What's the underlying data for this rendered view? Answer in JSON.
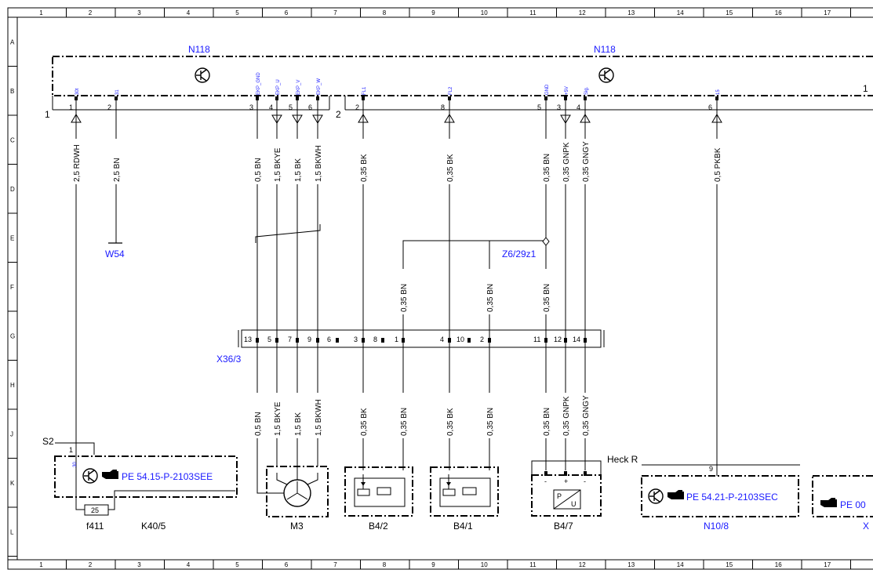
{
  "grid": {
    "columns": [
      "1",
      "2",
      "3",
      "4",
      "5",
      "6",
      "7",
      "8",
      "9",
      "10",
      "11",
      "12",
      "13",
      "14",
      "15",
      "16",
      "17"
    ],
    "rows": [
      "A",
      "B",
      "C",
      "D",
      "E",
      "F",
      "G",
      "H",
      "J",
      "K",
      "L"
    ]
  },
  "components": {
    "n118_left": "N118",
    "n118_right": "N118",
    "w54": "W54",
    "z6": "Z6/29z1",
    "x36": "X36/3",
    "s2": "S2",
    "f411": "f411",
    "k40": "K40/5",
    "m3": "M3",
    "b42": "B4/2",
    "b41": "B4/1",
    "b47": "B4/7",
    "heck": "Heck R",
    "n108": "N10/8",
    "x_cut": "X"
  },
  "connector_labels": {
    "left": "1",
    "right": "2",
    "edge": "1"
  },
  "n118_pins": [
    {
      "sig": "30t",
      "num": "1"
    },
    {
      "sig": "31",
      "num": "2"
    },
    {
      "sig": "EKP_GND",
      "num": "3"
    },
    {
      "sig": "EKP_U",
      "num": "4"
    },
    {
      "sig": "EKP_V",
      "num": "5"
    },
    {
      "sig": "EKP_W",
      "num": "6"
    },
    {
      "sig": "FL1",
      "num": "2"
    },
    {
      "sig": "FL2",
      "num": "8"
    },
    {
      "sig": "GND",
      "num": "5"
    },
    {
      "sig": "+5V",
      "num": "3"
    },
    {
      "sig": "Sig.",
      "num": "4"
    },
    {
      "sig": "15",
      "num": "6"
    }
  ],
  "wires_upper": [
    "2,5 RDWH",
    "2,5 BN",
    "0,5 BN",
    "1,5 BKYE",
    "1,5 BK",
    "1,5 BKWH",
    "0,35 BK",
    "0,35 BK",
    "0,35 BN",
    "0,35 GNPK",
    "0,35 GNGY",
    "0,5 PKBK"
  ],
  "wires_mid": [
    "0,35 BN",
    "0,35 BN",
    "0,35 BN"
  ],
  "wires_lower": [
    "0,5 BN",
    "1,5 BKYE",
    "1,5 BK",
    "1,5 BKWH",
    "0,35 BK",
    "0,35 BN",
    "0,35 BK",
    "0,35 BN",
    "0,35 BN",
    "0,35 GNPK",
    "0,35 GNGY"
  ],
  "x36_pins": [
    "13",
    "5",
    "7",
    "9",
    "6",
    "3",
    "8",
    "1",
    "4",
    "10",
    "2",
    "11",
    "12",
    "14"
  ],
  "k40": {
    "pin": "1",
    "sig": "30",
    "fuse": "25",
    "ref": "PE 54.15-P-2103SEE"
  },
  "n108": {
    "pin": "9",
    "ref": "PE 54.21-P-2103SEC"
  },
  "cut_ref": "PE 00",
  "b47_pins": [
    "-",
    "+",
    "-"
  ],
  "b47_sensor": {
    "p": "P",
    "u": "U"
  }
}
